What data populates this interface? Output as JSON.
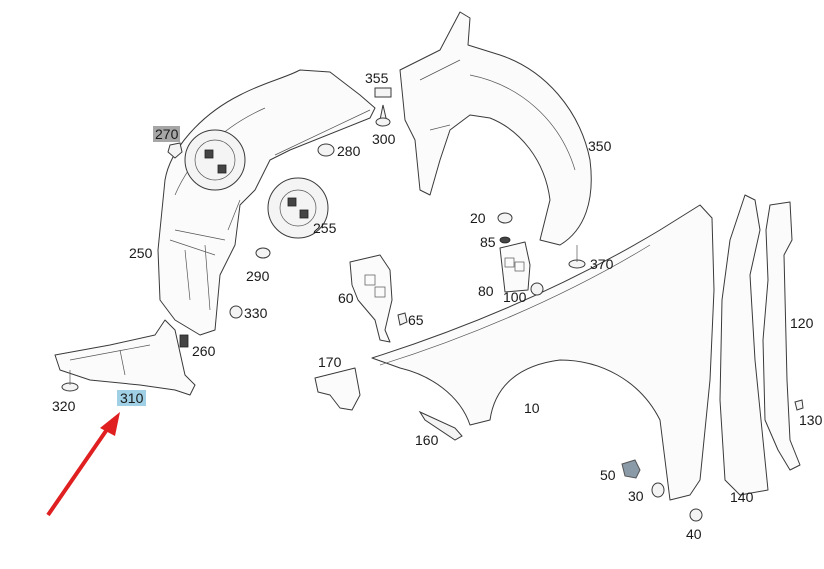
{
  "title": "Front fender and wheel arch liner parts diagram",
  "highlight_colors": {
    "gray": "#a6a6a6",
    "blue": "#9fd0e6",
    "arrow": "#e02020"
  },
  "callouts": {
    "p270": "270",
    "p280": "280",
    "p355": "355",
    "p300": "300",
    "p350": "350",
    "p255": "255",
    "p250": "250",
    "p290": "290",
    "p330": "330",
    "p260": "260",
    "p310": "310",
    "p320": "320",
    "p20": "20",
    "p85": "85",
    "p80": "80",
    "p100": "100",
    "p370": "370",
    "p60": "60",
    "p65": "65",
    "p170": "170",
    "p160": "160",
    "p10": "10",
    "p120": "120",
    "p130": "130",
    "p140": "140",
    "p50": "50",
    "p30": "30",
    "p40": "40"
  },
  "highlighted": {
    "p270": "gray",
    "p310": "blue"
  },
  "arrow": {
    "target": "310",
    "icon": "arrow-up-right-icon"
  }
}
